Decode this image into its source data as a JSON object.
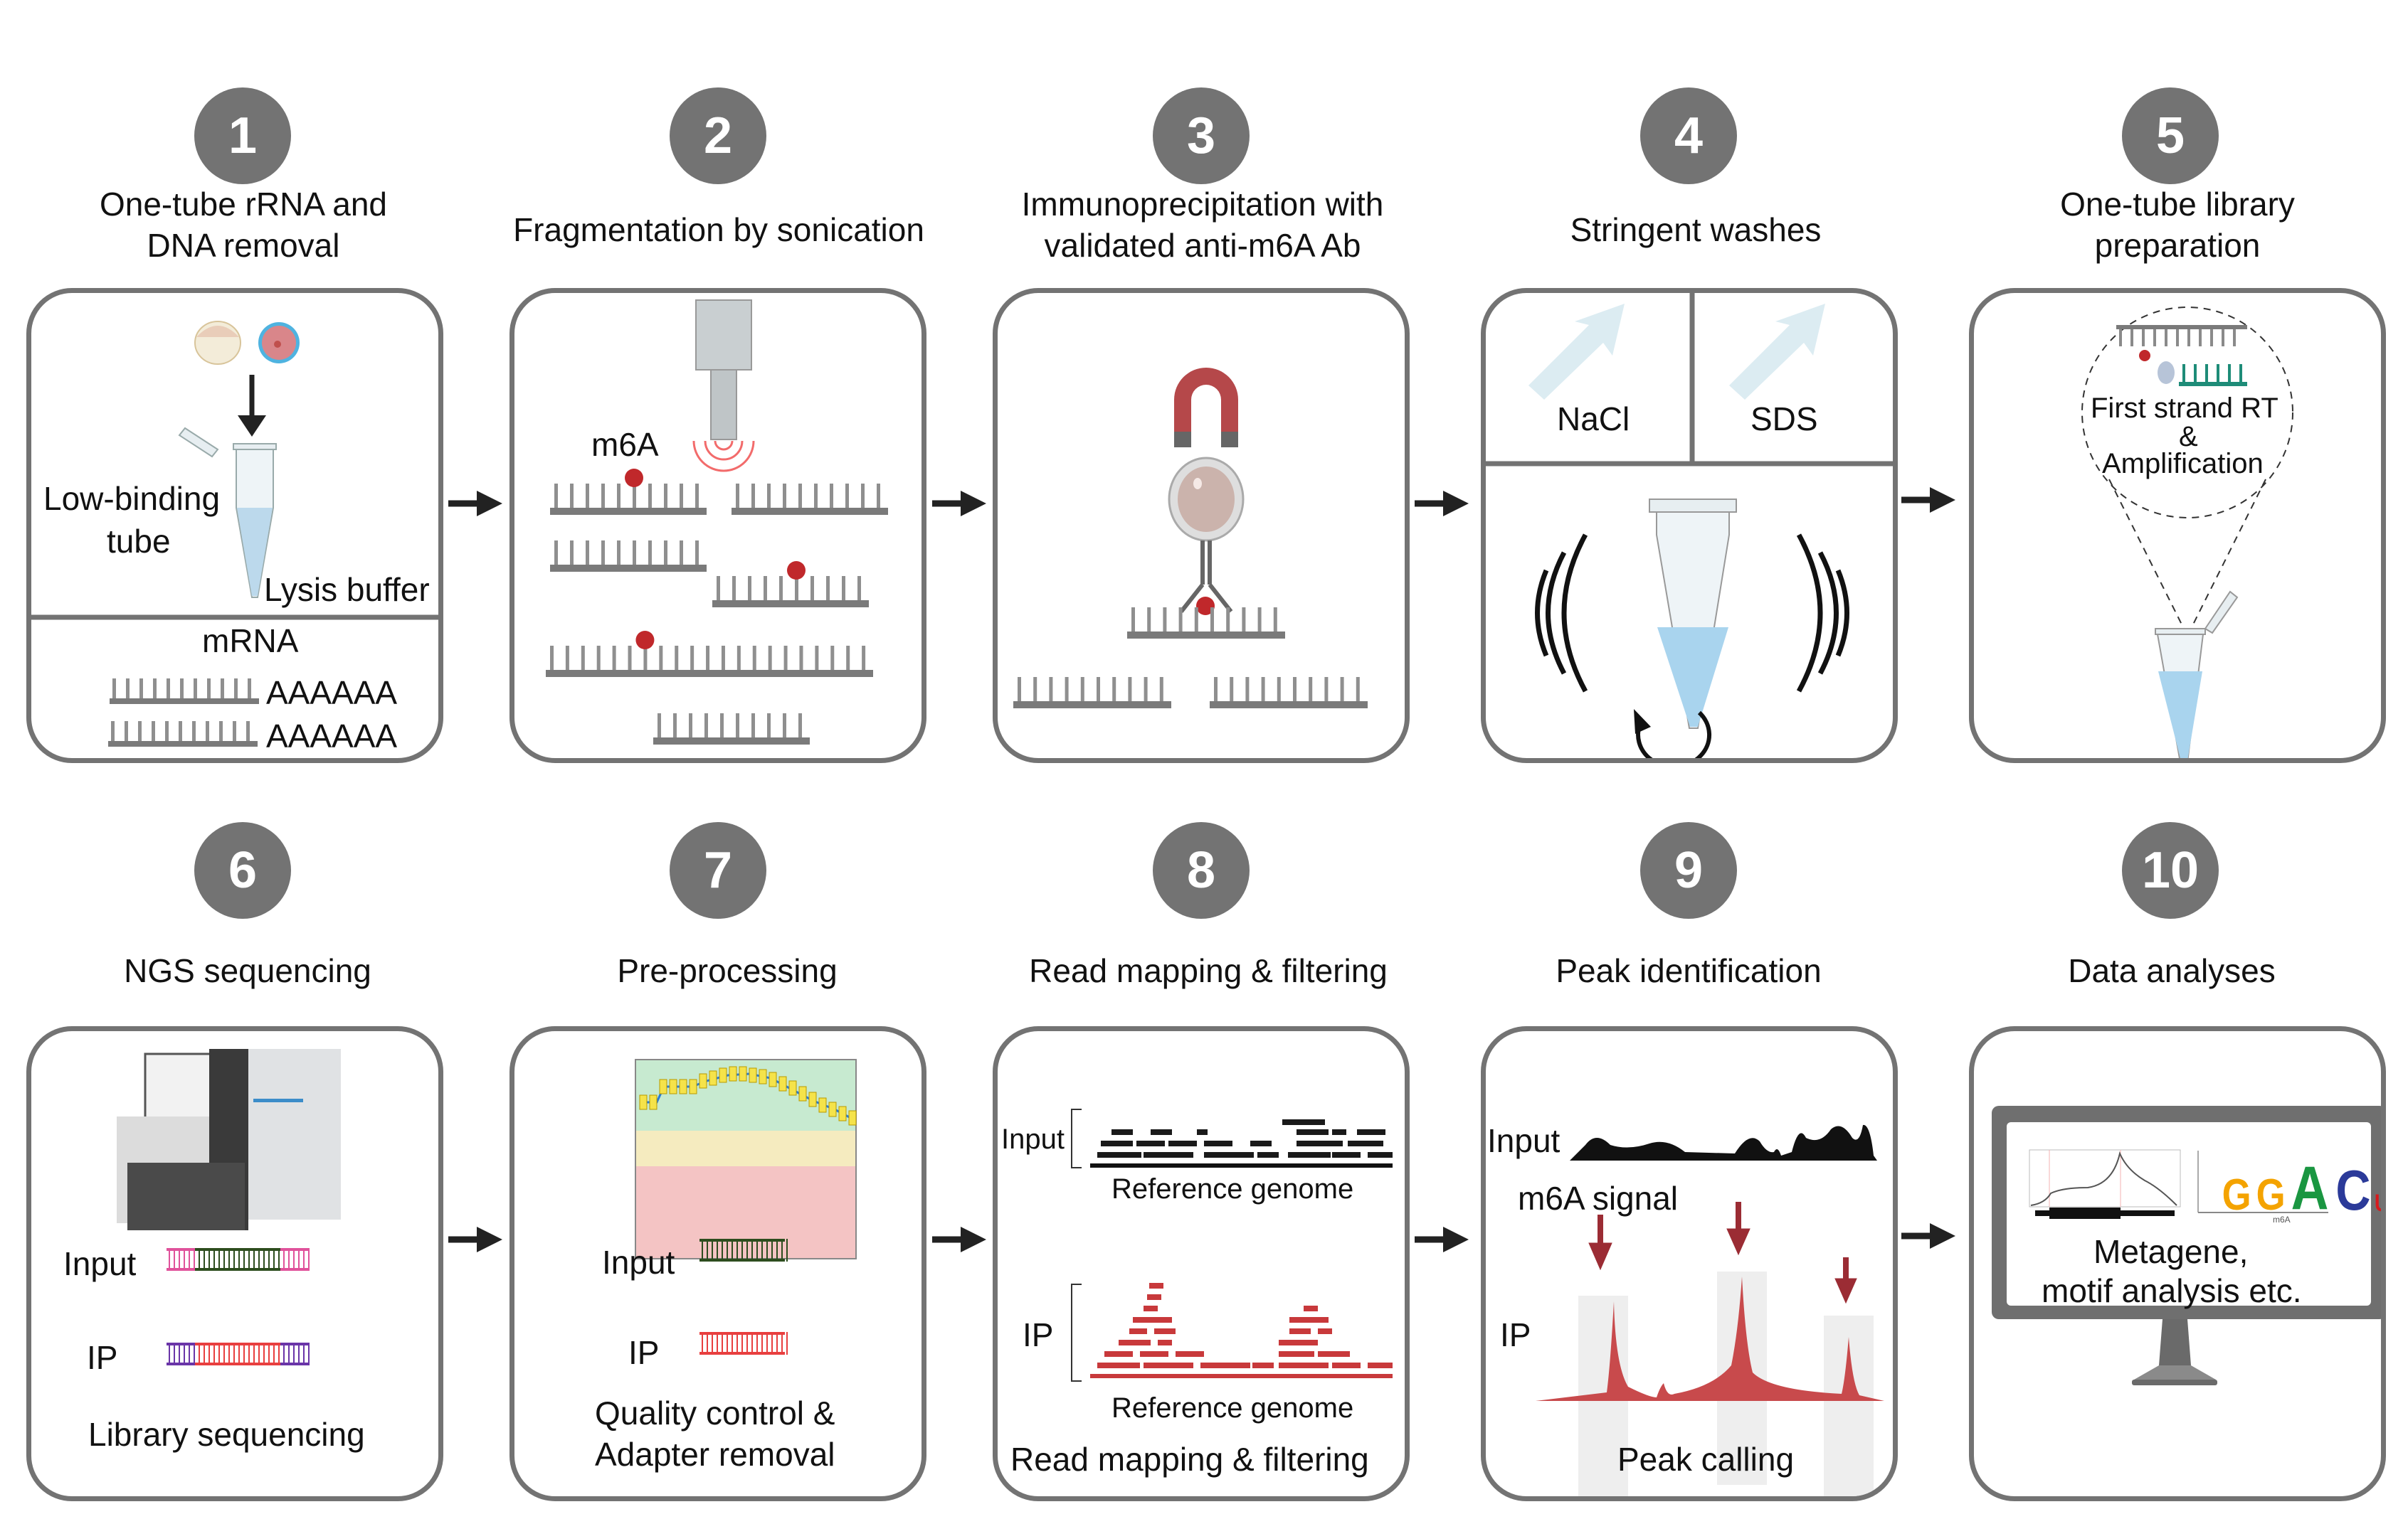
{
  "figure": {
    "steps": [
      {
        "number": "1",
        "title": [
          "One-tube rRNA and",
          "DNA removal"
        ]
      },
      {
        "number": "2",
        "title": [
          "Fragmentation by sonication"
        ]
      },
      {
        "number": "3",
        "title": [
          "Immunoprecipitation with",
          "validated anti-m6A Ab"
        ]
      },
      {
        "number": "4",
        "title": [
          "Stringent washes"
        ]
      },
      {
        "number": "5",
        "title": [
          "One-tube library",
          "preparation"
        ]
      },
      {
        "number": "6",
        "title": [
          "NGS sequencing"
        ]
      },
      {
        "number": "7",
        "title": [
          "Pre-processing"
        ]
      },
      {
        "number": "8",
        "title": [
          "Read mapping & filtering"
        ]
      },
      {
        "number": "9",
        "title": [
          "Peak identification"
        ]
      },
      {
        "number": "10",
        "title": [
          "Data analyses"
        ]
      }
    ],
    "panel1": {
      "tube_label_1": "Low-binding",
      "tube_label_2": "tube",
      "buffer_label": "Lysis buffer",
      "mrna_label": "mRNA",
      "polya_1": "AAAAAA",
      "polya_2": "AAAAAA"
    },
    "panel2": {
      "m6a_label": "m6A"
    },
    "panel4": {
      "wash_1": "NaCl",
      "wash_2": "SDS"
    },
    "panel5": {
      "zoom_line_1": "First strand RT",
      "zoom_line_2": "&",
      "zoom_line_3": "Amplification"
    },
    "panel6": {
      "input_label": "Input",
      "ip_label": "IP",
      "caption": "Library sequencing"
    },
    "panel7": {
      "input_label": "Input",
      "ip_label": "IP",
      "caption_1": "Quality control &",
      "caption_2": "Adapter removal"
    },
    "panel8": {
      "input_label": "Input",
      "ref_1": "Reference genome",
      "ip_label": "IP",
      "ref_2": "Reference genome",
      "caption": "Read mapping & filtering"
    },
    "panel9": {
      "input_label": "Input",
      "signal_label": "m6A signal",
      "ip_label": "IP",
      "caption": "Peak calling"
    },
    "panel10": {
      "caption_1": "Metagene,",
      "caption_2": "motif analysis etc.",
      "motif": [
        "G",
        "G",
        "A",
        "C",
        "U"
      ],
      "motif_colors": [
        "#f4a300",
        "#f4a300",
        "#1a9641",
        "#2b3a99",
        "#d7191c"
      ],
      "motif_sublabel": "m6A"
    },
    "colors": {
      "circle": "#737373",
      "border": "#737373",
      "m6a_dot": "#c0282b",
      "ip_red": "#c8393b",
      "arrow": "#222222"
    }
  }
}
